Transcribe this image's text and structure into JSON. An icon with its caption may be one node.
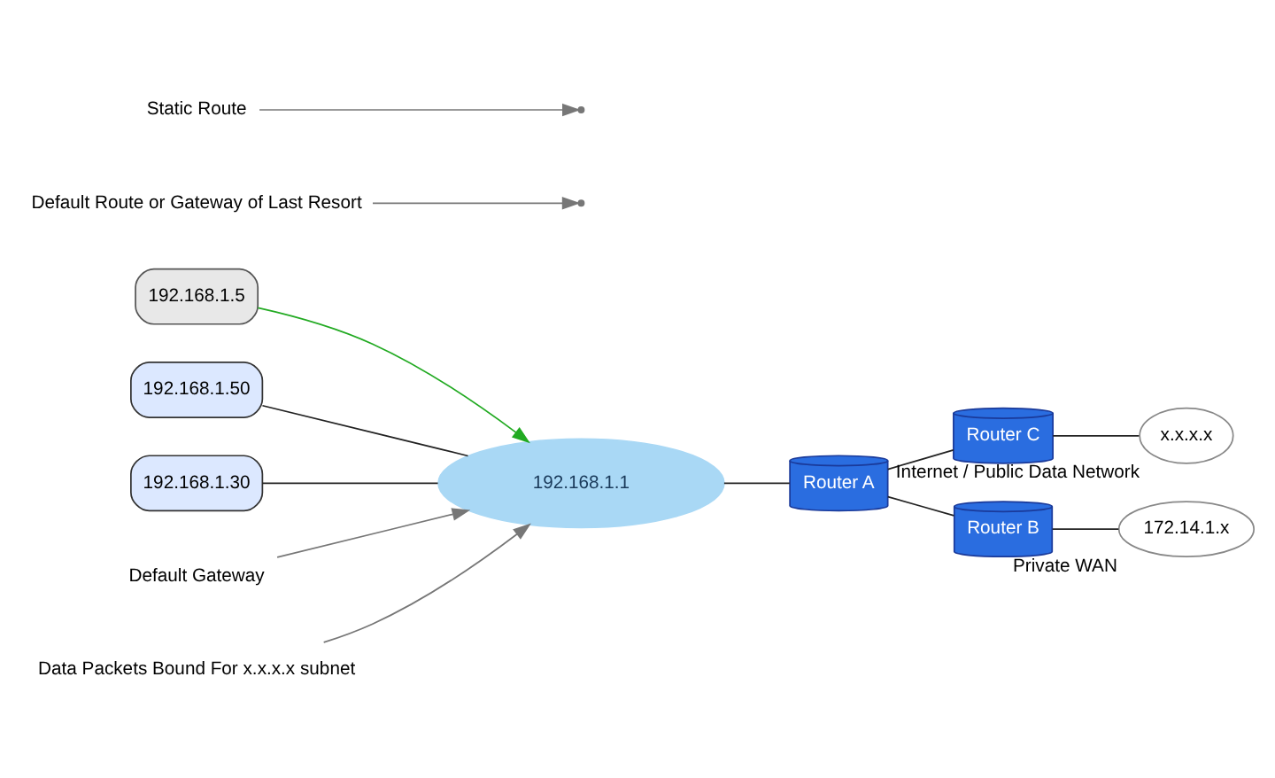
{
  "diagram": {
    "nodes": [
      {
        "text": [
          "192.168.1.5"
        ]
      },
      {
        "text": [
          "192.168.1.50"
        ]
      },
      {
        "text": [
          "192.168.1.1"
        ]
      },
      {
        "text": [
          "192.168.1.30"
        ]
      },
      {
        "text": [
          "Router A"
        ]
      },
      {
        "text": [
          "Router C"
        ]
      },
      {
        "text": [
          "Router B"
        ]
      },
      {
        "text": [
          "x.x.x.x"
        ],
        "beside": [
          "Internet / Public Data Network"
        ]
      },
      {
        "text": [
          "172.14.1.x"
        ],
        "beside": [
          "Private WAN"
        ]
      },
      {
        "text": [
          "Default Route or Gateway of Last Resort"
        ]
      },
      {
        "text": [
          "Static Route"
        ]
      },
      {
        "text": [
          "Default Gateway"
        ]
      },
      {
        "text": [
          "Data Packets Bound For x.x.x.x subnet"
        ]
      }
    ],
    "edges": [
      {
        "from": 0,
        "to": 2,
        "arrow": "to",
        "color": "#22aa22"
      },
      {
        "from": 1,
        "to": 2,
        "arrow": "none"
      },
      {
        "from": 3,
        "to": 2,
        "arrow": "none"
      },
      {
        "from": 2,
        "to": 4,
        "arrow": "none"
      },
      {
        "from": 4,
        "to": 5,
        "arrow": "none"
      },
      {
        "from": 5,
        "to": 7,
        "arrow": "none"
      },
      {
        "from": 4,
        "to": 6,
        "arrow": "none"
      },
      {
        "from": 6,
        "to": 8,
        "arrow": "none"
      },
      {
        "from": 9,
        "to": null,
        "arrow": "to",
        "color": "#777777"
      },
      {
        "from": 10,
        "to": null,
        "arrow": "to",
        "color": "#777777"
      },
      {
        "from": 11,
        "to": 2,
        "arrow": "to",
        "color": "#777777"
      },
      {
        "from": 12,
        "to": 2,
        "arrow": "to",
        "color": "#777777"
      }
    ]
  }
}
